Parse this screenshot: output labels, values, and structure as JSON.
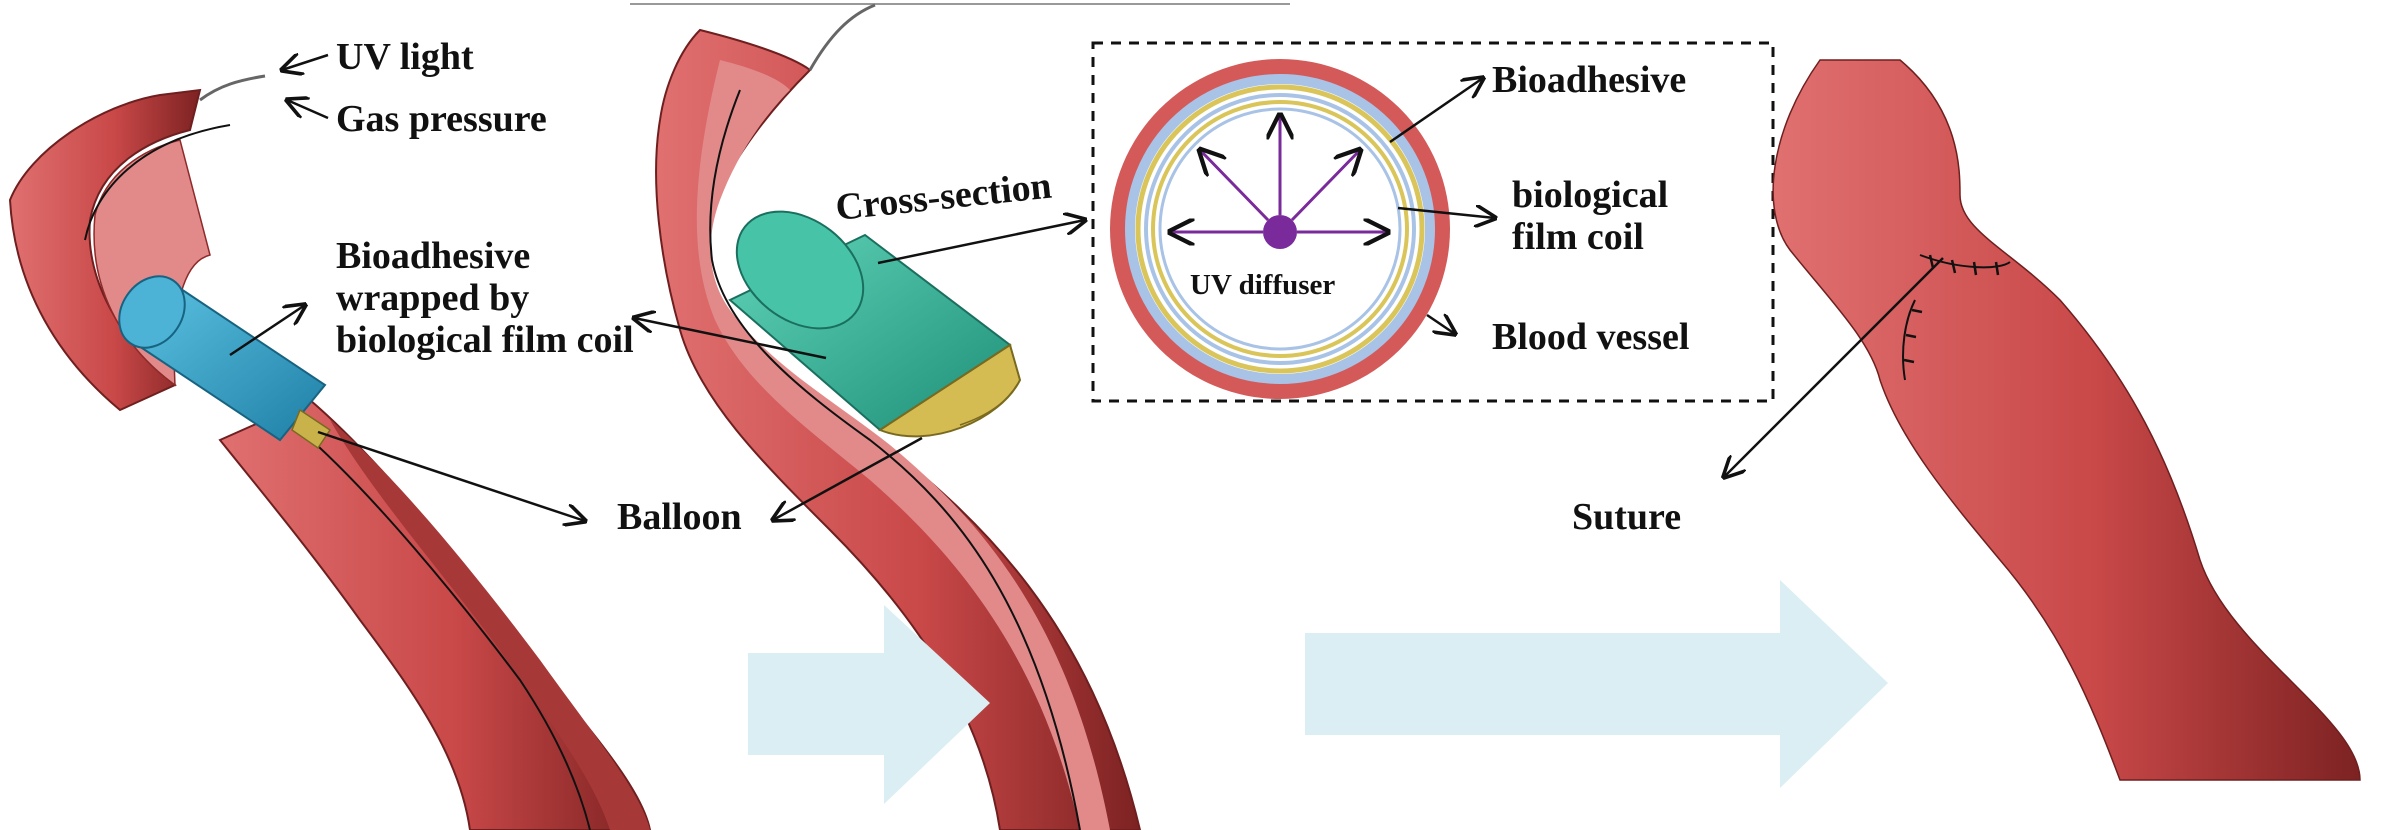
{
  "labels": {
    "uv_light": "UV light",
    "gas_pressure": "Gas pressure",
    "bioadhesive_wrapped": [
      "Bioadhesive",
      "wrapped by",
      "biological film coil"
    ],
    "balloon": "Balloon",
    "cross_section": "Cross-section",
    "bioadhesive": "Bioadhesive",
    "biological_film_coil": [
      "biological",
      "film coil"
    ],
    "blood_vessel": "Blood vessel",
    "uv_diffuser": "UV diffuser",
    "suture": "Suture"
  },
  "colors": {
    "vessel": "#cd5454",
    "vessel_dark": "#8e2a2a",
    "vessel_inner": "#e08585",
    "bioadhesive_blue": "#3aa5c8",
    "film_green": "#3fbfa3",
    "balloon_yellow": "#c9b24a",
    "diffuser_purple": "#7a2a9a",
    "arrow_fill": "#daeef3",
    "adhesive_layer": "#a9c3e6"
  }
}
